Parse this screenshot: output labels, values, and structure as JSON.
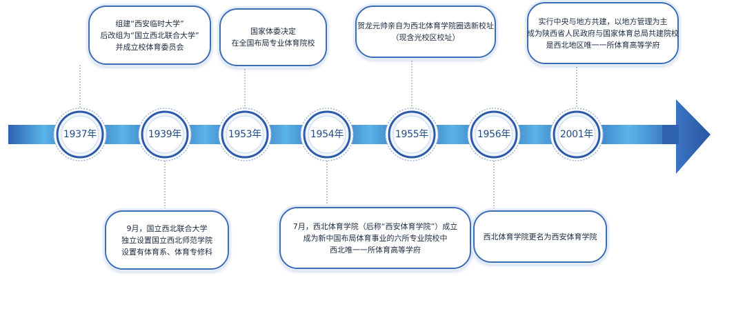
{
  "timeline": {
    "colors": {
      "arrow_dark": "#2f62b0",
      "arrow_light": "#5ab4e8",
      "arrow_head": "#2f62b0",
      "node_ring": "#2d5aa8",
      "node_fill": "#ffffff",
      "connector": "#888888",
      "box_border": "#3c6cb4",
      "year_text": "#1f4a86"
    },
    "nodes": [
      {
        "year": "1937年"
      },
      {
        "year": "1939年"
      },
      {
        "year": "1953年"
      },
      {
        "year": "1954年"
      },
      {
        "year": "1955年"
      },
      {
        "year": "1956年"
      },
      {
        "year": "2001年"
      }
    ],
    "events": [
      {
        "position": "above",
        "year": "1937年",
        "lines": [
          "组建“西安临时大学”",
          "后改组为“国立西北联合大学”",
          "并成立校体育委员会"
        ]
      },
      {
        "position": "below",
        "year": "1939年",
        "lines": [
          "9月，国立西北联合大学",
          "独立设置国立西北师范学院",
          "设置有体育系、体育专修科"
        ]
      },
      {
        "position": "above",
        "year": "1953年",
        "lines": [
          "国家体委决定",
          "在全国布局专业体育院校"
        ]
      },
      {
        "position": "below",
        "year": "1954年",
        "lines": [
          "7月，西北体育学院（后称“西安体育学院”）成立",
          "成为新中国布局体育事业的六所专业院校中",
          "西北唯一一所体育高等学府"
        ]
      },
      {
        "position": "above",
        "year": "1955年",
        "lines": [
          "贺龙元帅亲自为西北体育学院圈选新校址",
          "（现含光校区校址）"
        ]
      },
      {
        "position": "below",
        "year": "1956年",
        "lines": [
          "西北体育学院更名为西安体育学院"
        ]
      },
      {
        "position": "above",
        "year": "2001年",
        "lines": [
          "实行中央与地方共建，以地方管理为主",
          "成为陕西省人民政府与国家体育总局共建院校",
          "是西北地区唯一一所体育高等学府"
        ]
      }
    ]
  }
}
